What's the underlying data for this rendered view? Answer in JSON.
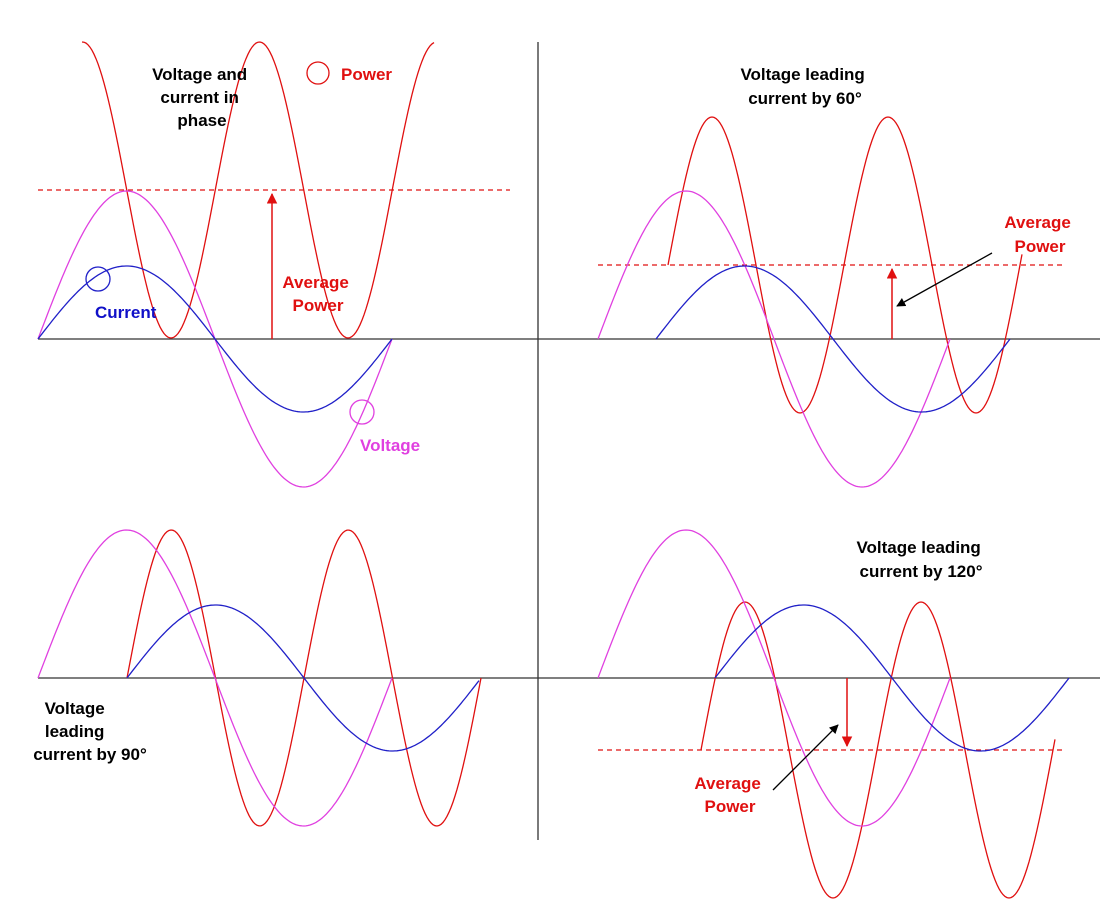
{
  "colors": {
    "power": "#e01010",
    "voltage": "#e040e0",
    "current": "#2020c8",
    "axis": "#333333",
    "pointer": "#000000"
  },
  "panels": {
    "top_left": {
      "title_lines": [
        "Voltage and",
        "current in",
        "phase"
      ],
      "power_label": "Power",
      "current_label": "Current",
      "voltage_label": "Voltage",
      "avg_label_lines": [
        "Average",
        "Power"
      ],
      "phase_degrees": 0
    },
    "top_right": {
      "title_lines": [
        "Voltage leading",
        "current by 60°"
      ],
      "avg_label_lines": [
        "Average",
        "Power"
      ],
      "phase_degrees": 60
    },
    "bottom_left": {
      "title_lines": [
        "Voltage",
        "leading",
        "current by 90°"
      ],
      "phase_degrees": 90
    },
    "bottom_right": {
      "title_lines": [
        "Voltage leading",
        "current by 120°"
      ],
      "avg_label_lines": [
        "Average",
        "Power"
      ],
      "phase_degrees": 120
    }
  }
}
